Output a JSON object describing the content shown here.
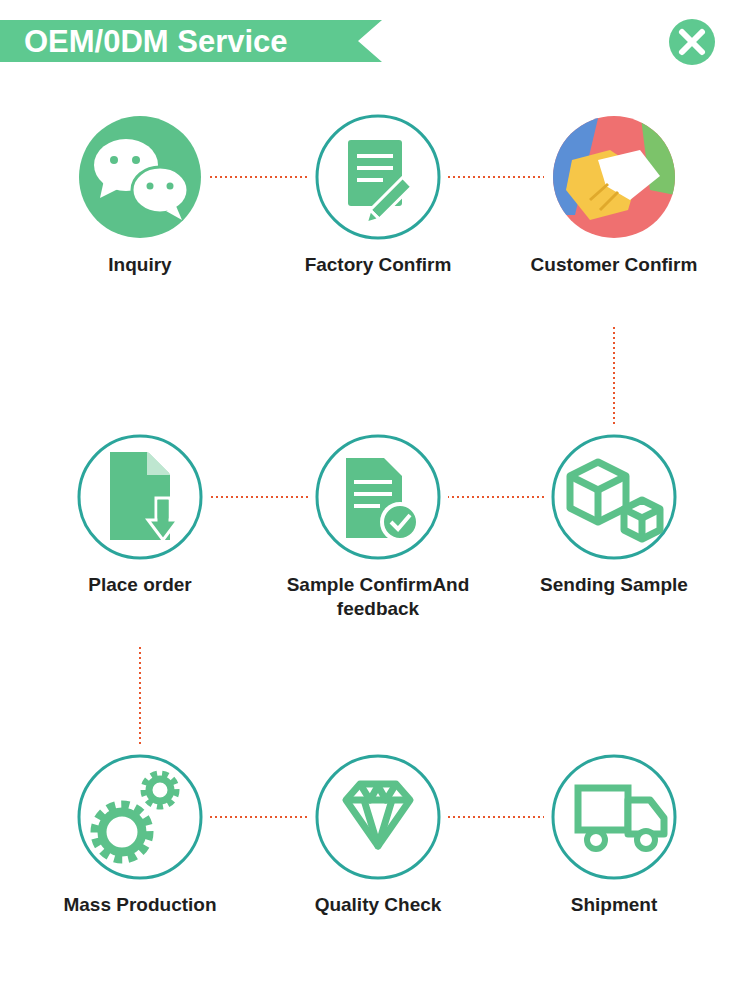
{
  "diagram": {
    "title": "OEM/0DM Service",
    "nodes": [
      {
        "text": [
          "Inquiry"
        ]
      },
      {
        "text": [
          "Factory Confirm"
        ]
      },
      {
        "text": [
          "Customer Confirm"
        ]
      },
      {
        "text": [
          "Place order"
        ]
      },
      {
        "text": [
          "Sample ConfirmAnd feedback"
        ]
      },
      {
        "text": [
          "Sending Sample"
        ]
      },
      {
        "text": [
          "Mass Production"
        ]
      },
      {
        "text": [
          "Quality Check"
        ]
      },
      {
        "text": [
          "Shipment"
        ]
      }
    ],
    "edges": [
      {
        "from": 0,
        "to": 1,
        "arrow": "none"
      },
      {
        "from": 1,
        "to": 2,
        "arrow": "none"
      },
      {
        "from": 2,
        "to": 5,
        "arrow": "none"
      },
      {
        "from": 5,
        "to": 4,
        "arrow": "none"
      },
      {
        "from": 4,
        "to": 3,
        "arrow": "none"
      },
      {
        "from": 3,
        "to": 6,
        "arrow": "none"
      },
      {
        "from": 6,
        "to": 7,
        "arrow": "none"
      },
      {
        "from": 7,
        "to": 8,
        "arrow": "none"
      }
    ]
  }
}
